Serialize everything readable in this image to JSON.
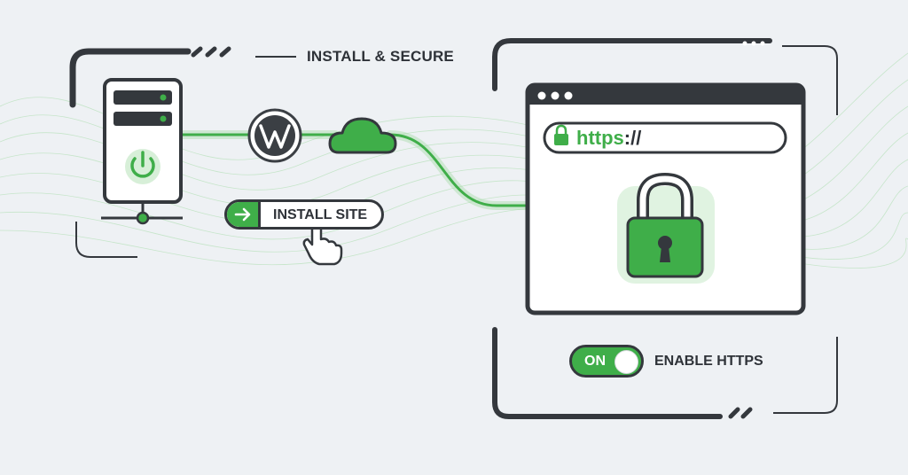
{
  "header": {
    "title": "INSTALL & SECURE"
  },
  "install_button": {
    "label": "INSTALL SITE",
    "icon": "arrow-right-icon"
  },
  "browser": {
    "url_scheme": "https",
    "url_rest": "://",
    "window_controls": 3
  },
  "https_toggle": {
    "state": "ON",
    "label": "ENABLE HTTPS"
  },
  "icons": {
    "server": "server-icon",
    "power": "power-icon",
    "wordpress": "wordpress-icon",
    "cloud": "cloud-icon",
    "lock": "padlock-icon",
    "url_lock": "lock-icon",
    "cursor": "hand-cursor-icon"
  },
  "colors": {
    "accent": "#3fae49",
    "accent_light": "#a6dca8",
    "dark": "#34383d",
    "background": "#eef1f4",
    "panel": "#ffffff"
  }
}
